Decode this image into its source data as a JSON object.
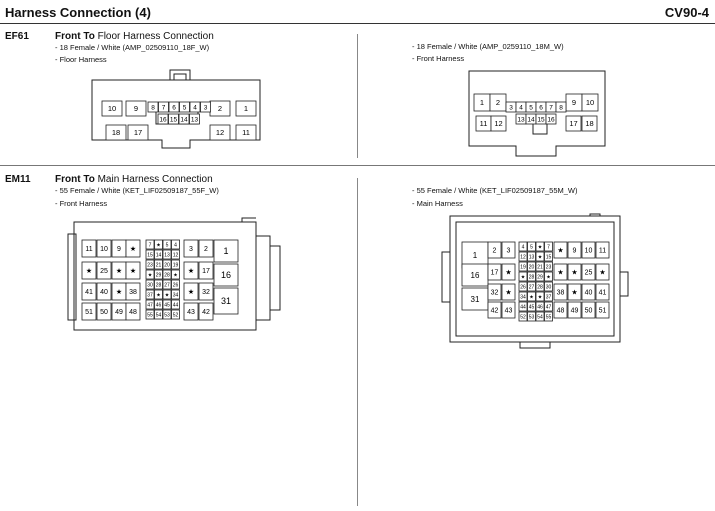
{
  "header": {
    "title": "Harness Connection (4)",
    "code": "CV90-4"
  },
  "sections": [
    {
      "id": "EF61",
      "title_prefix": "Front To",
      "title_rest": "Floor Harness Connection",
      "left": {
        "spec": "- 18 Female / White (AMP_02509110_18F_W)",
        "harness": "- Floor Harness"
      },
      "right": {
        "spec": "- 18 Female / White (AMP_0259110_18M_W)",
        "harness": "- Front Harness"
      }
    },
    {
      "id": "EM11",
      "title_prefix": "Front To",
      "title_rest": "Main Harness Connection",
      "left": {
        "spec": "- 55 Female / White (KET_LIF02509187_55F_W)",
        "harness": "- Front Harness"
      },
      "right": {
        "spec": "- 55 Female / White (KET_LIF02509187_55M_W)",
        "harness": "- Main Harness"
      }
    }
  ],
  "connectors": {
    "ef61_f": {
      "large_row1": [
        "10",
        "9",
        "2",
        "1"
      ],
      "small_row1": [
        "8",
        "7",
        "6",
        "5",
        "4",
        "3"
      ],
      "small_row2": [
        "16",
        "15",
        "14",
        "13"
      ],
      "large_row3": [
        "18",
        "17",
        "12",
        "11"
      ]
    },
    "ef61_m": {
      "large_row1": [
        "1",
        "2",
        "9",
        "10"
      ],
      "small_row1": [
        "3",
        "4",
        "5",
        "6",
        "7",
        "8"
      ],
      "small_row2": [
        "13",
        "14",
        "15",
        "16"
      ],
      "large_row3": [
        "11",
        "12",
        "17",
        "18"
      ]
    },
    "em11_f": {
      "rows": [
        [
          "11",
          "10",
          "9",
          "★",
          "3",
          "2"
        ],
        [
          "★",
          "25",
          "★",
          "★",
          "★",
          "17"
        ],
        [
          "41",
          "40",
          "★",
          "38",
          "★",
          "32"
        ],
        [
          "51",
          "50",
          "49",
          "48",
          "43",
          "42"
        ]
      ],
      "big": [
        "1",
        "16",
        "31"
      ],
      "mini": [
        [
          "7",
          "★",
          "5",
          "4"
        ],
        [
          "15",
          "14",
          "13",
          "12"
        ],
        [
          "23",
          "21",
          "20",
          "19"
        ],
        [
          "★",
          "29",
          "28",
          "★"
        ],
        [
          "30",
          "28",
          "27",
          "26"
        ],
        [
          "37",
          "★",
          "★",
          "34"
        ],
        [
          "47",
          "46",
          "45",
          "44"
        ],
        [
          "55",
          "54",
          "53",
          "52"
        ]
      ]
    },
    "em11_m": {
      "big": [
        "1",
        "16",
        "31"
      ],
      "rows": [
        [
          "2",
          "3",
          "★",
          "9",
          "10",
          "11"
        ],
        [
          "17",
          "★",
          "★",
          "★",
          "25",
          "★"
        ],
        [
          "32",
          "★",
          "38",
          "★",
          "40",
          "41"
        ],
        [
          "42",
          "43",
          "48",
          "49",
          "50",
          "51"
        ]
      ],
      "mini": [
        [
          "4",
          "5",
          "★",
          "7"
        ],
        [
          "12",
          "13",
          "★",
          "15"
        ],
        [
          "19",
          "20",
          "21",
          "23"
        ],
        [
          "★",
          "28",
          "29",
          "★"
        ],
        [
          "26",
          "27",
          "28",
          "30"
        ],
        [
          "34",
          "★",
          "★",
          "37"
        ],
        [
          "44",
          "45",
          "46",
          "47"
        ],
        [
          "52",
          "53",
          "54",
          "55"
        ]
      ]
    }
  }
}
